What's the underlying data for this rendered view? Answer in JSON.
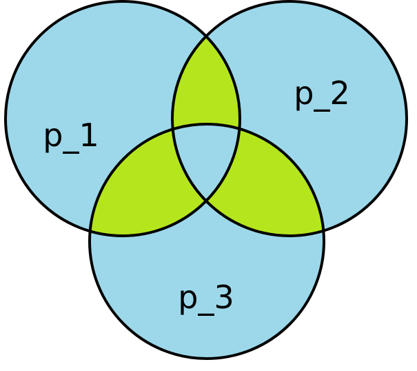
{
  "diagram": {
    "type": "venn",
    "sets": [
      {
        "id": "p1",
        "label": "p_1"
      },
      {
        "id": "p2",
        "label": "p_2"
      },
      {
        "id": "p3",
        "label": "p_3"
      }
    ],
    "colors": {
      "single_region": "#9cd8ea",
      "pairwise_overlap": "#b5e61d",
      "triple_overlap": "#9cd8ea",
      "outline": "#000000",
      "background": "#ffffff"
    }
  }
}
